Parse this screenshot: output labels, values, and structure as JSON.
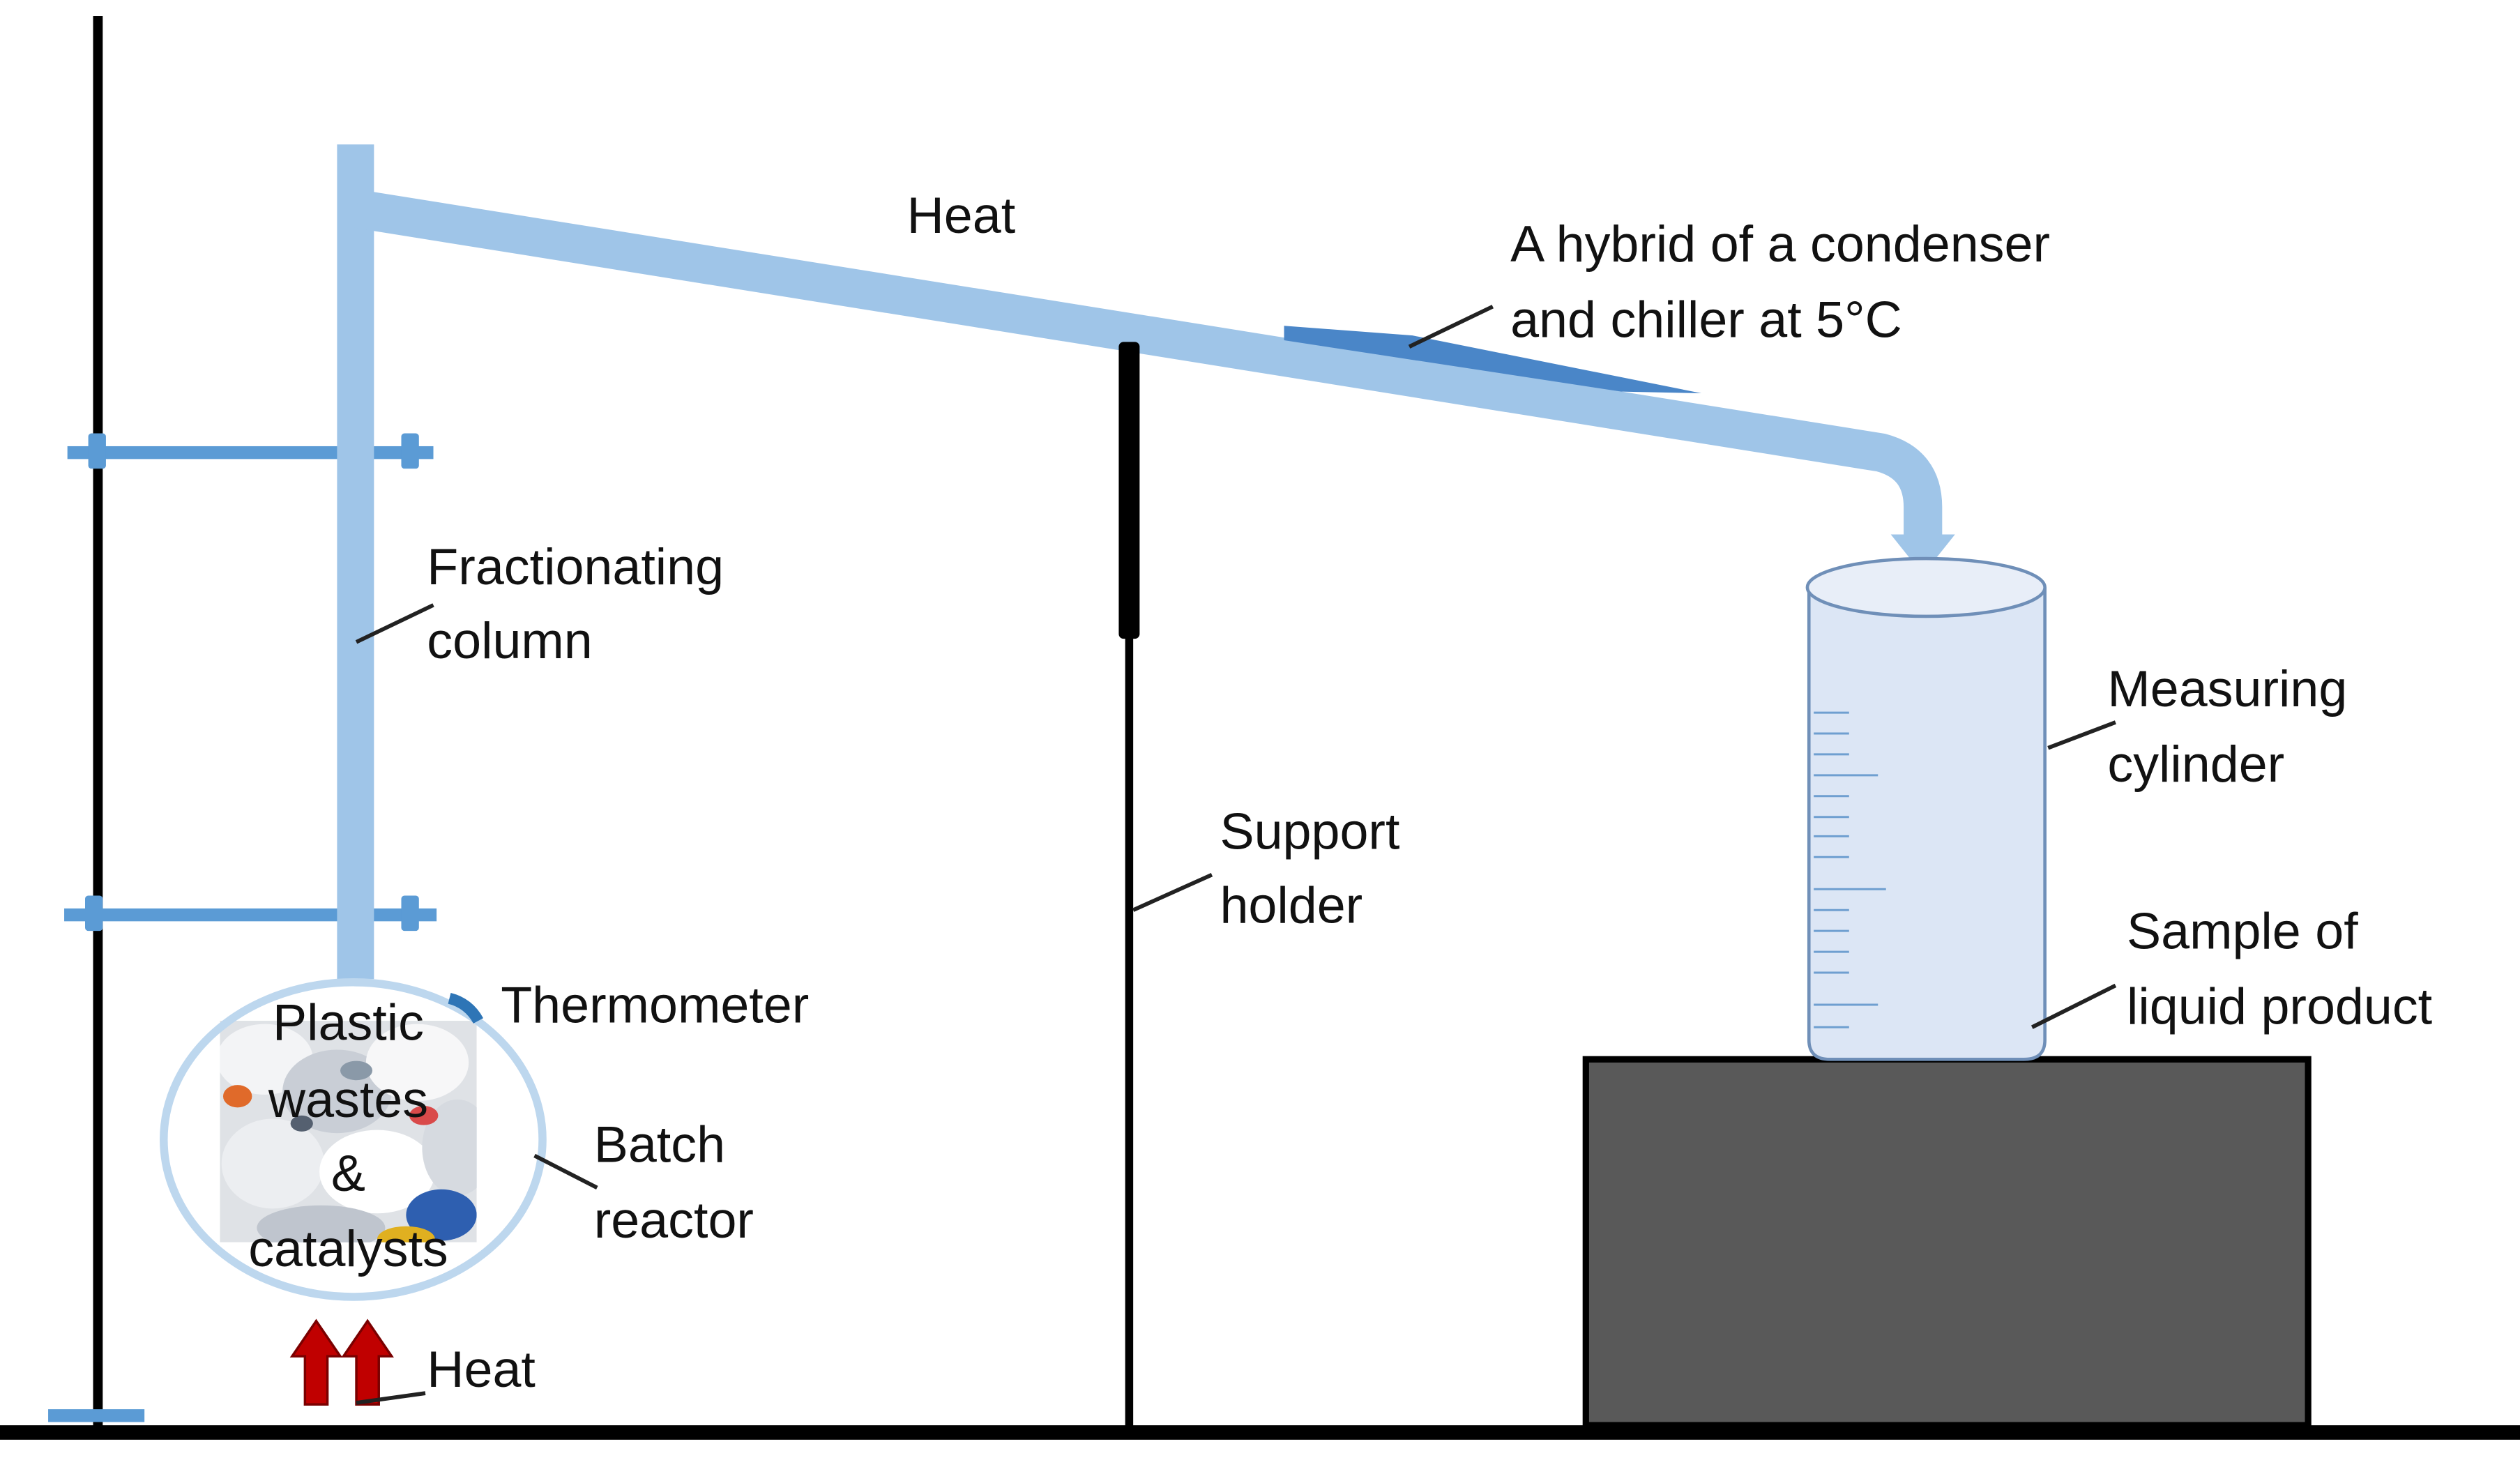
{
  "labels": {
    "heat_top": "Heat",
    "condenser_line1": "A hybrid of a condenser",
    "condenser_line2": "and chiller at 5°C",
    "column_line1": "Fractionating",
    "column_line2": "column",
    "support_line1": "Support",
    "support_line2": "holder",
    "cylinder_line1": "Measuring",
    "cylinder_line2": "cylinder",
    "sample_line1": "Sample of",
    "sample_line2": "liquid product",
    "thermometer": "Thermometer",
    "reactor_line1": "Batch",
    "reactor_line2": "reactor",
    "contents_line1": "Plastic",
    "contents_line2": "wastes",
    "contents_line3": "&",
    "contents_line4": "catalysts",
    "heat_bottom": "Heat"
  },
  "colors": {
    "tube": "#9fc5e8",
    "clamp": "#5b9bd5",
    "condenser_jacket": "#4a86c8",
    "cylinder_fill": "#dce6f5",
    "cylinder_stroke": "#6f8fb8",
    "stand": "#000000",
    "block": "#595959",
    "heat_arrow": "#c00000"
  },
  "icons": {
    "heat_source": "heat-arrows-icon",
    "plastic_photo": "plastic-waste-image"
  }
}
